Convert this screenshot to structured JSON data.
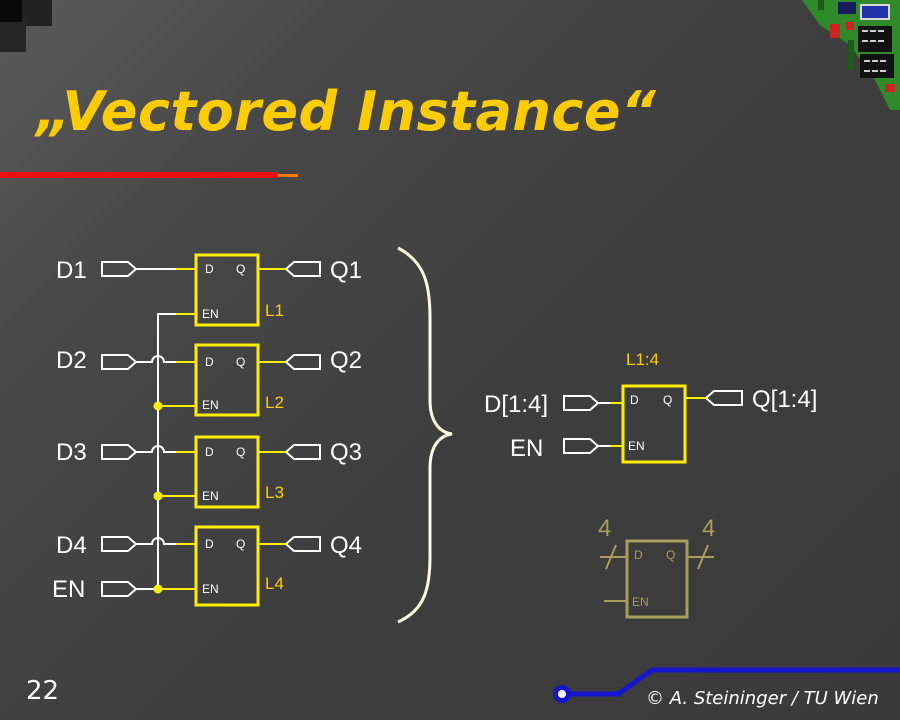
{
  "slide": {
    "title": "„Vectored Instance“",
    "page_number": "22",
    "copyright": "© A. Steininger / TU Wien"
  },
  "left_schematic": {
    "latches": [
      {
        "instance": "L1",
        "input": "D1",
        "output": "Q1",
        "pin_d": "D",
        "pin_q": "Q",
        "pin_en": "EN"
      },
      {
        "instance": "L2",
        "input": "D2",
        "output": "Q2",
        "pin_d": "D",
        "pin_q": "Q",
        "pin_en": "EN"
      },
      {
        "instance": "L3",
        "input": "D3",
        "output": "Q3",
        "pin_d": "D",
        "pin_q": "Q",
        "pin_en": "EN"
      },
      {
        "instance": "L4",
        "input": "D4",
        "output": "Q4",
        "pin_d": "D",
        "pin_q": "Q",
        "pin_en": "EN"
      }
    ],
    "enable_input": "EN"
  },
  "vectored_symbol": {
    "instance": "L1:4",
    "input": "D[1:4]",
    "output": "Q[1:4]",
    "enable_input": "EN",
    "pin_d": "D",
    "pin_q": "Q",
    "pin_en": "EN"
  },
  "bus_symbol": {
    "input_width": "4",
    "output_width": "4",
    "pin_d": "D",
    "pin_q": "Q",
    "pin_en": "EN"
  },
  "colors": {
    "title": "#ffcc00",
    "latch_box": "#ffee00",
    "bus_symbol": "#a89d5a",
    "wire": "#ffffff",
    "accent_red": "#e81010",
    "footer_blue": "#1515d0"
  }
}
